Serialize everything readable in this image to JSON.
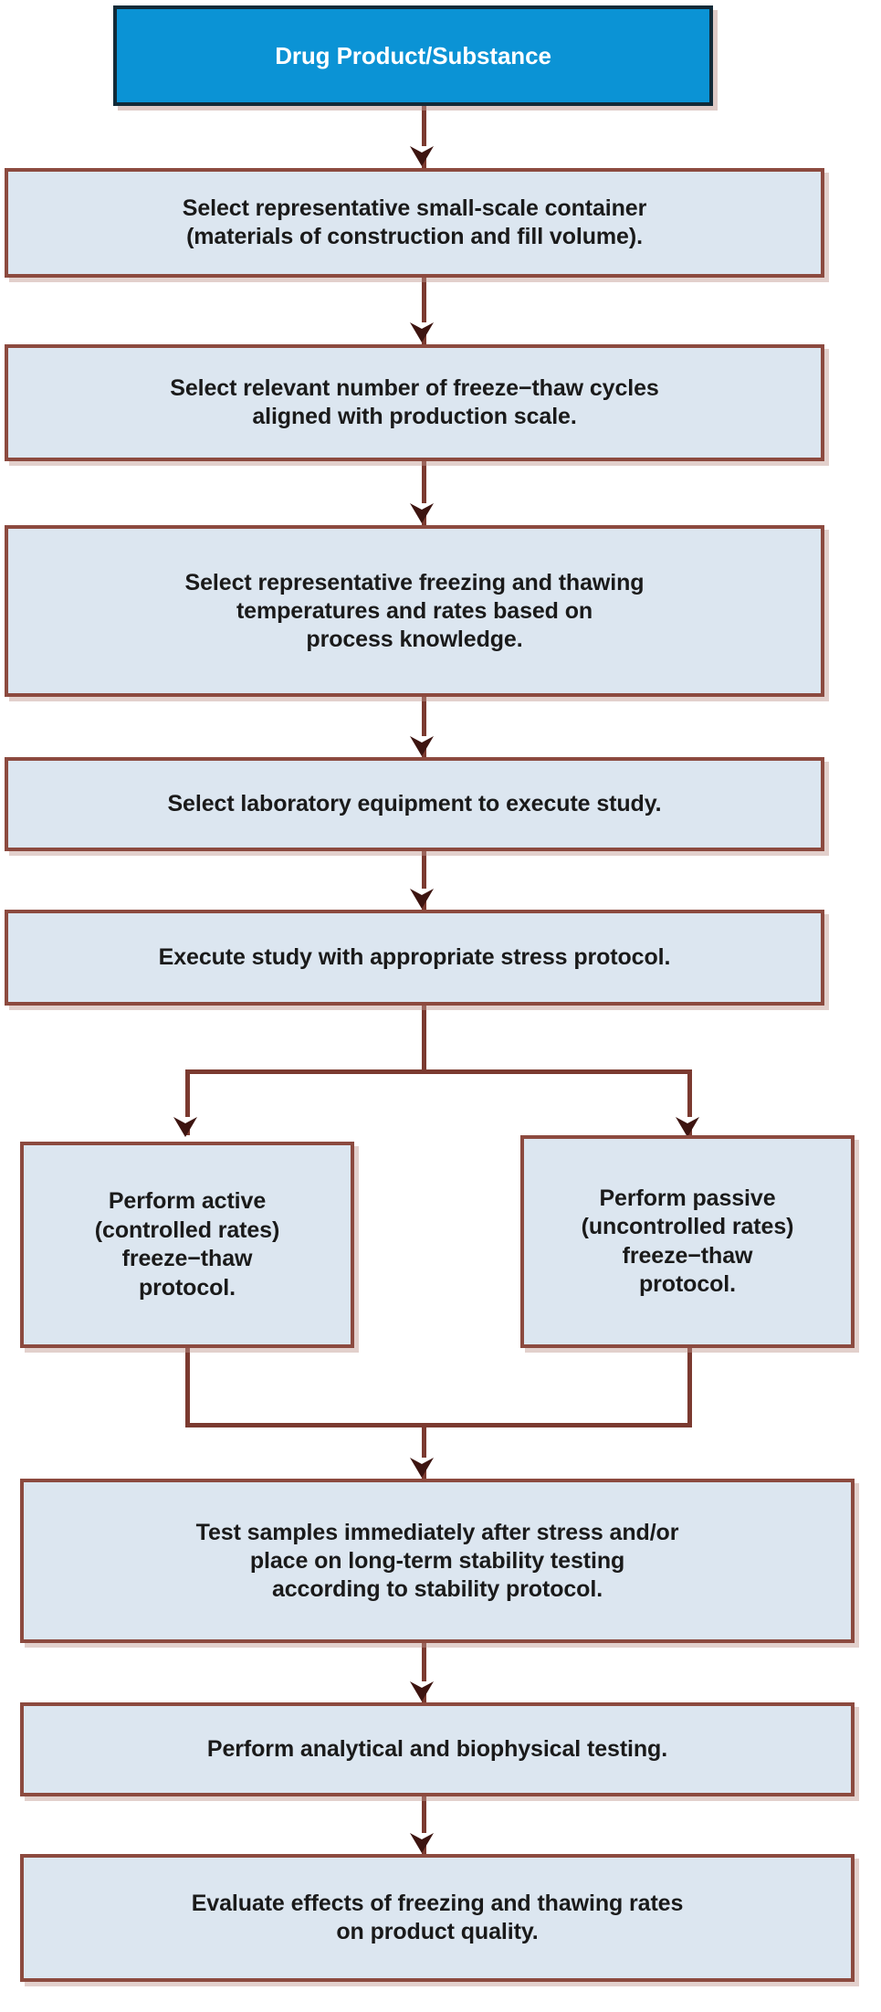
{
  "diagram": {
    "type": "flowchart",
    "orientation": "top-to-bottom",
    "title_node": "Drug Product/Substance",
    "colors": {
      "start_fill": "#0b93d5",
      "start_border": "#122a38",
      "start_text": "#ffffff",
      "process_fill": "#dce6f0",
      "process_border": "#8c4a3f",
      "process_text": "#1a1a1a",
      "connector": "#7b3a30",
      "arrowhead": "#3d1410",
      "background": "#ffffff"
    },
    "nodes": [
      {
        "id": "n1",
        "kind": "start",
        "text": "Drug Product/Substance"
      },
      {
        "id": "n2",
        "kind": "process",
        "text": "Select representative small-scale container\n(materials of construction and fill volume)."
      },
      {
        "id": "n3",
        "kind": "process",
        "text": "Select relevant number of freeze−thaw cycles\naligned with production scale."
      },
      {
        "id": "n4",
        "kind": "process",
        "text": "Select representative freezing and thawing\ntemperatures and rates based on\nprocess knowledge."
      },
      {
        "id": "n5",
        "kind": "process",
        "text": "Select laboratory equipment to execute study."
      },
      {
        "id": "n6",
        "kind": "process",
        "text": "Execute study with appropriate stress protocol."
      },
      {
        "id": "n7",
        "kind": "branch",
        "text": "Perform active\n(controlled rates)\nfreeze−thaw\nprotocol."
      },
      {
        "id": "n8",
        "kind": "branch",
        "text": "Perform passive\n(uncontrolled rates)\nfreeze−thaw\nprotocol."
      },
      {
        "id": "n9",
        "kind": "process",
        "text": "Test samples immediately after stress and/or\nplace on long-term stability testing\naccording to stability protocol."
      },
      {
        "id": "n10",
        "kind": "process",
        "text": "Perform analytical and biophysical testing."
      },
      {
        "id": "n11",
        "kind": "process",
        "text": "Evaluate effects of freezing and thawing rates\non product quality."
      }
    ],
    "edges": [
      {
        "from": "n1",
        "to": "n2",
        "style": "straight-down"
      },
      {
        "from": "n2",
        "to": "n3",
        "style": "straight-down"
      },
      {
        "from": "n3",
        "to": "n4",
        "style": "straight-down"
      },
      {
        "from": "n4",
        "to": "n5",
        "style": "straight-down"
      },
      {
        "from": "n5",
        "to": "n6",
        "style": "straight-down"
      },
      {
        "from": "n6",
        "to": "n7",
        "style": "split-left"
      },
      {
        "from": "n6",
        "to": "n8",
        "style": "split-right"
      },
      {
        "from": "n7",
        "to": "n9",
        "style": "merge-from-left"
      },
      {
        "from": "n8",
        "to": "n9",
        "style": "merge-from-right"
      },
      {
        "from": "n9",
        "to": "n10",
        "style": "straight-down"
      },
      {
        "from": "n10",
        "to": "n11",
        "style": "straight-down"
      }
    ]
  }
}
